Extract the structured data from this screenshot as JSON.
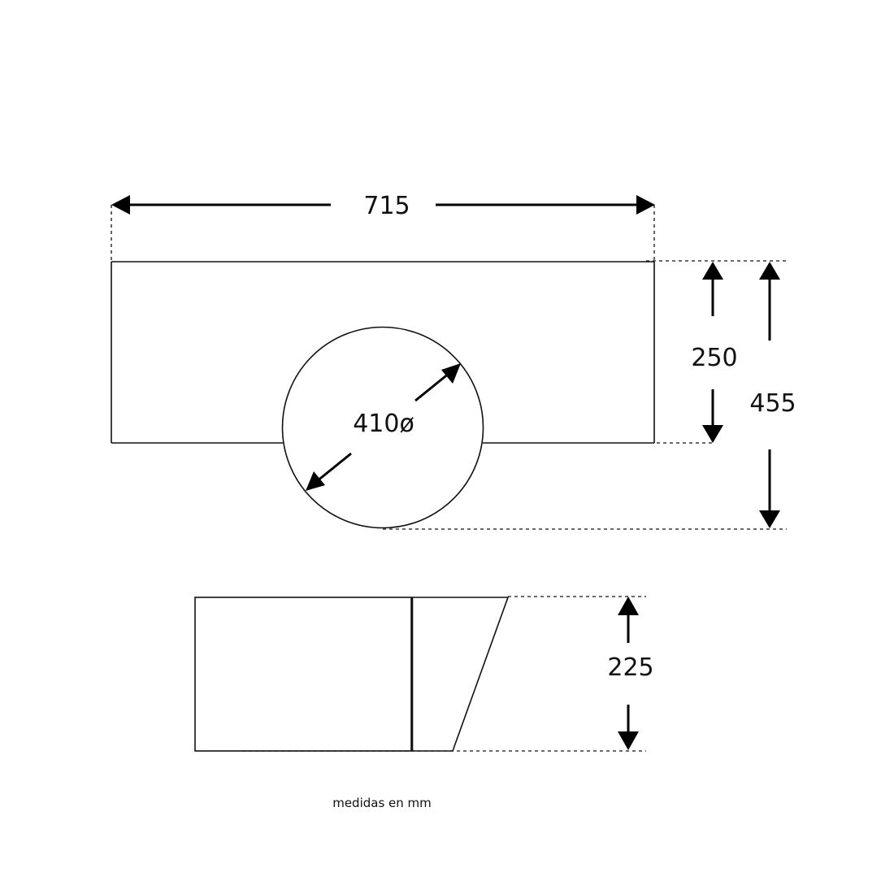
{
  "dimensions": {
    "width": "715",
    "depth_top": "250",
    "depth_total": "455",
    "diameter": "410ø",
    "height": "225"
  },
  "footnote": "medidas en mm",
  "colors": {
    "line": "#111111",
    "background": "#ffffff"
  }
}
